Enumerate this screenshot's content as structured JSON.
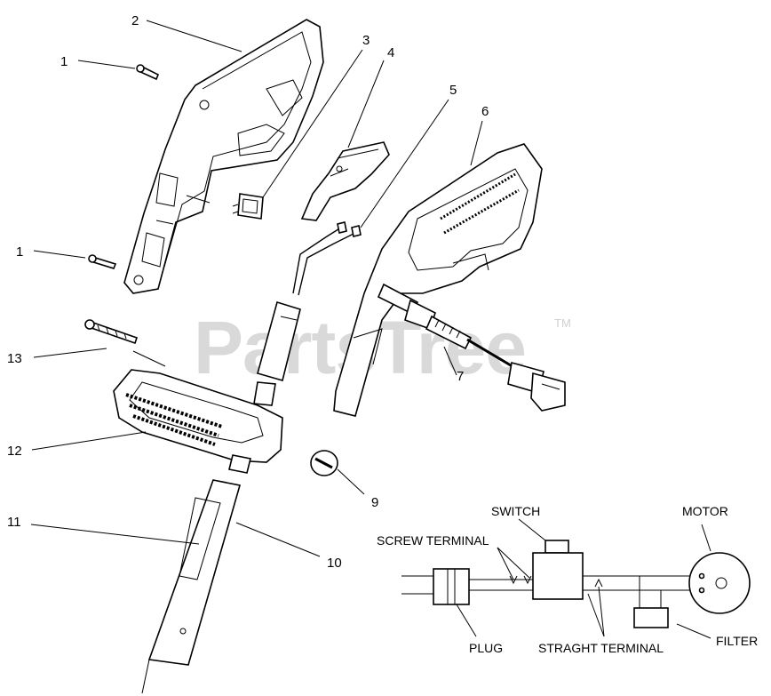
{
  "watermark": {
    "text": "PartsTree",
    "tm": "TM"
  },
  "callouts": {
    "c1a": "1",
    "c1b": "1",
    "c2": "2",
    "c3": "3",
    "c4": "4",
    "c5": "5",
    "c6": "6",
    "c7": "7",
    "c9": "9",
    "c10": "10",
    "c11": "11",
    "c12": "12",
    "c13": "13"
  },
  "wiring": {
    "switch": "SWITCH",
    "motor": "MOTOR",
    "screw_terminal": "SCREW TERMINAL",
    "plug": "PLUG",
    "straight_terminal": "STRAGHT TERMINAL",
    "filter": "FILTER"
  }
}
